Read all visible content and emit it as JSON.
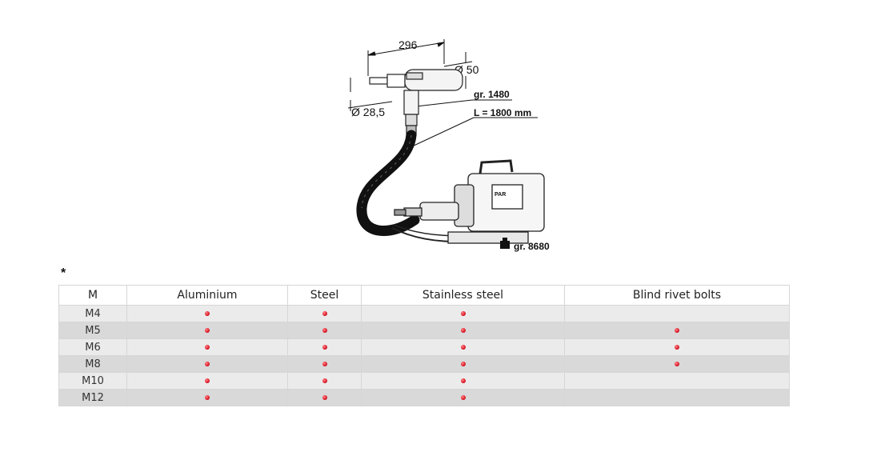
{
  "drawing": {
    "length_label": "296",
    "diameter_body_label": "Ø 50",
    "diameter_nose_label": "Ø 28,5",
    "tool_weight_label": "gr. 1480",
    "hose_length_label": "L = 1800 mm",
    "unit_weight_label": "gr. 8680",
    "unit_logo_text": "PAR"
  },
  "asterisk": "*",
  "table": {
    "headers": [
      "M",
      "Aluminium",
      "Steel",
      "Stainless steel",
      "Blind rivet bolts"
    ],
    "rows": [
      {
        "size": "M4",
        "marks": [
          true,
          true,
          true,
          false
        ]
      },
      {
        "size": "M5",
        "marks": [
          true,
          true,
          true,
          true
        ]
      },
      {
        "size": "M6",
        "marks": [
          true,
          true,
          true,
          true
        ]
      },
      {
        "size": "M8",
        "marks": [
          true,
          true,
          true,
          true
        ]
      },
      {
        "size": "M10",
        "marks": [
          true,
          true,
          true,
          false
        ]
      },
      {
        "size": "M12",
        "marks": [
          true,
          true,
          true,
          false
        ]
      }
    ]
  },
  "colors": {
    "dot": "#e01c2c",
    "row_light": "#ebebeb",
    "row_dark": "#d9d9d9",
    "border": "#d6d6d6"
  },
  "icons": {
    "weight": "weight-icon",
    "mark": "red-dot-icon"
  }
}
